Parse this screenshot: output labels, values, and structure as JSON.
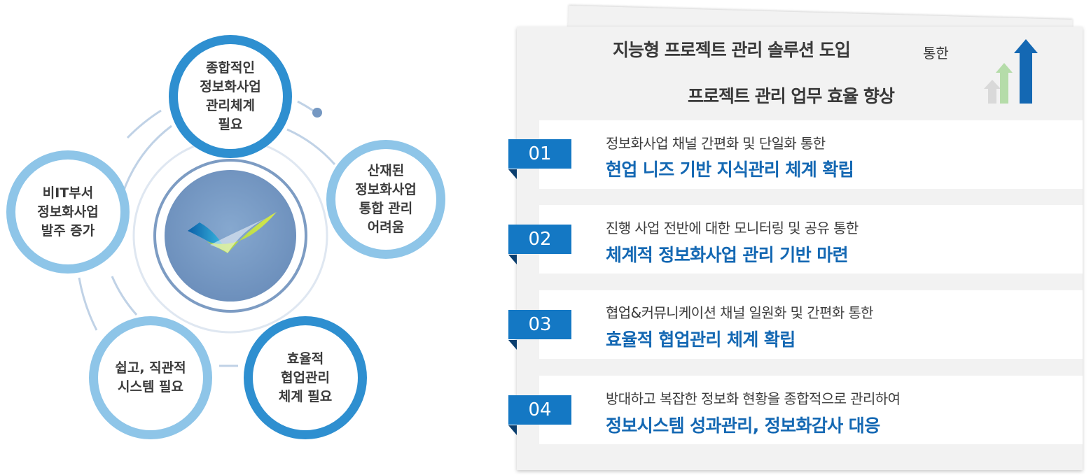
{
  "diagram": {
    "nodes": [
      {
        "id": "top",
        "label": "종합적인\n정보화사업\n관리체계\n필요"
      },
      {
        "id": "right",
        "label": "산재된\n정보화사업\n통합 관리\n어려움"
      },
      {
        "id": "bottom-right",
        "label": "효율적\n협업관리\n체계 필요"
      },
      {
        "id": "bottom-left",
        "label": "쉽고, 직관적\n시스템 필요"
      },
      {
        "id": "left",
        "label": "비IT부서\n정보화사업\n발주 증가"
      }
    ],
    "colors": {
      "dark_ring": "#2e8fd0",
      "light_ring": "#8ec5e8",
      "hub": "#7598c2",
      "connector": "#c0d2e6"
    }
  },
  "card": {
    "headline_part1": "지능형 프로젝트 관리 솔루션 도입",
    "headline_part1_tail": "통한",
    "headline_part2": "프로젝트 관리 업무 효율 향상",
    "arrow_icon": "rising-arrows-icon",
    "colors": {
      "tab": "#1478c4",
      "main_text": "#1468b3",
      "arrow_gray": "#d9d9d9",
      "arrow_green": "#b5dca9",
      "arrow_blue": "#1468b3"
    }
  },
  "rows": [
    {
      "num": "01",
      "sub": "정보화사업 채널 간편화 및 단일화 통한",
      "main": "현업 니즈 기반 지식관리 체계 확립"
    },
    {
      "num": "02",
      "sub": "진행 사업 전반에 대한 모니터링 및 공유 통한",
      "main": "체계적 정보화사업 관리 기반 마련"
    },
    {
      "num": "03",
      "sub": "협업&커뮤니케이션 채널 일원화 및 간편화 통한",
      "main": "효율적 협업관리 체계 확립"
    },
    {
      "num": "04",
      "sub": "방대하고 복잡한 정보화 현황을 종합적으로 관리하여",
      "main": "정보시스템 성과관리, 정보화감사 대응"
    }
  ]
}
